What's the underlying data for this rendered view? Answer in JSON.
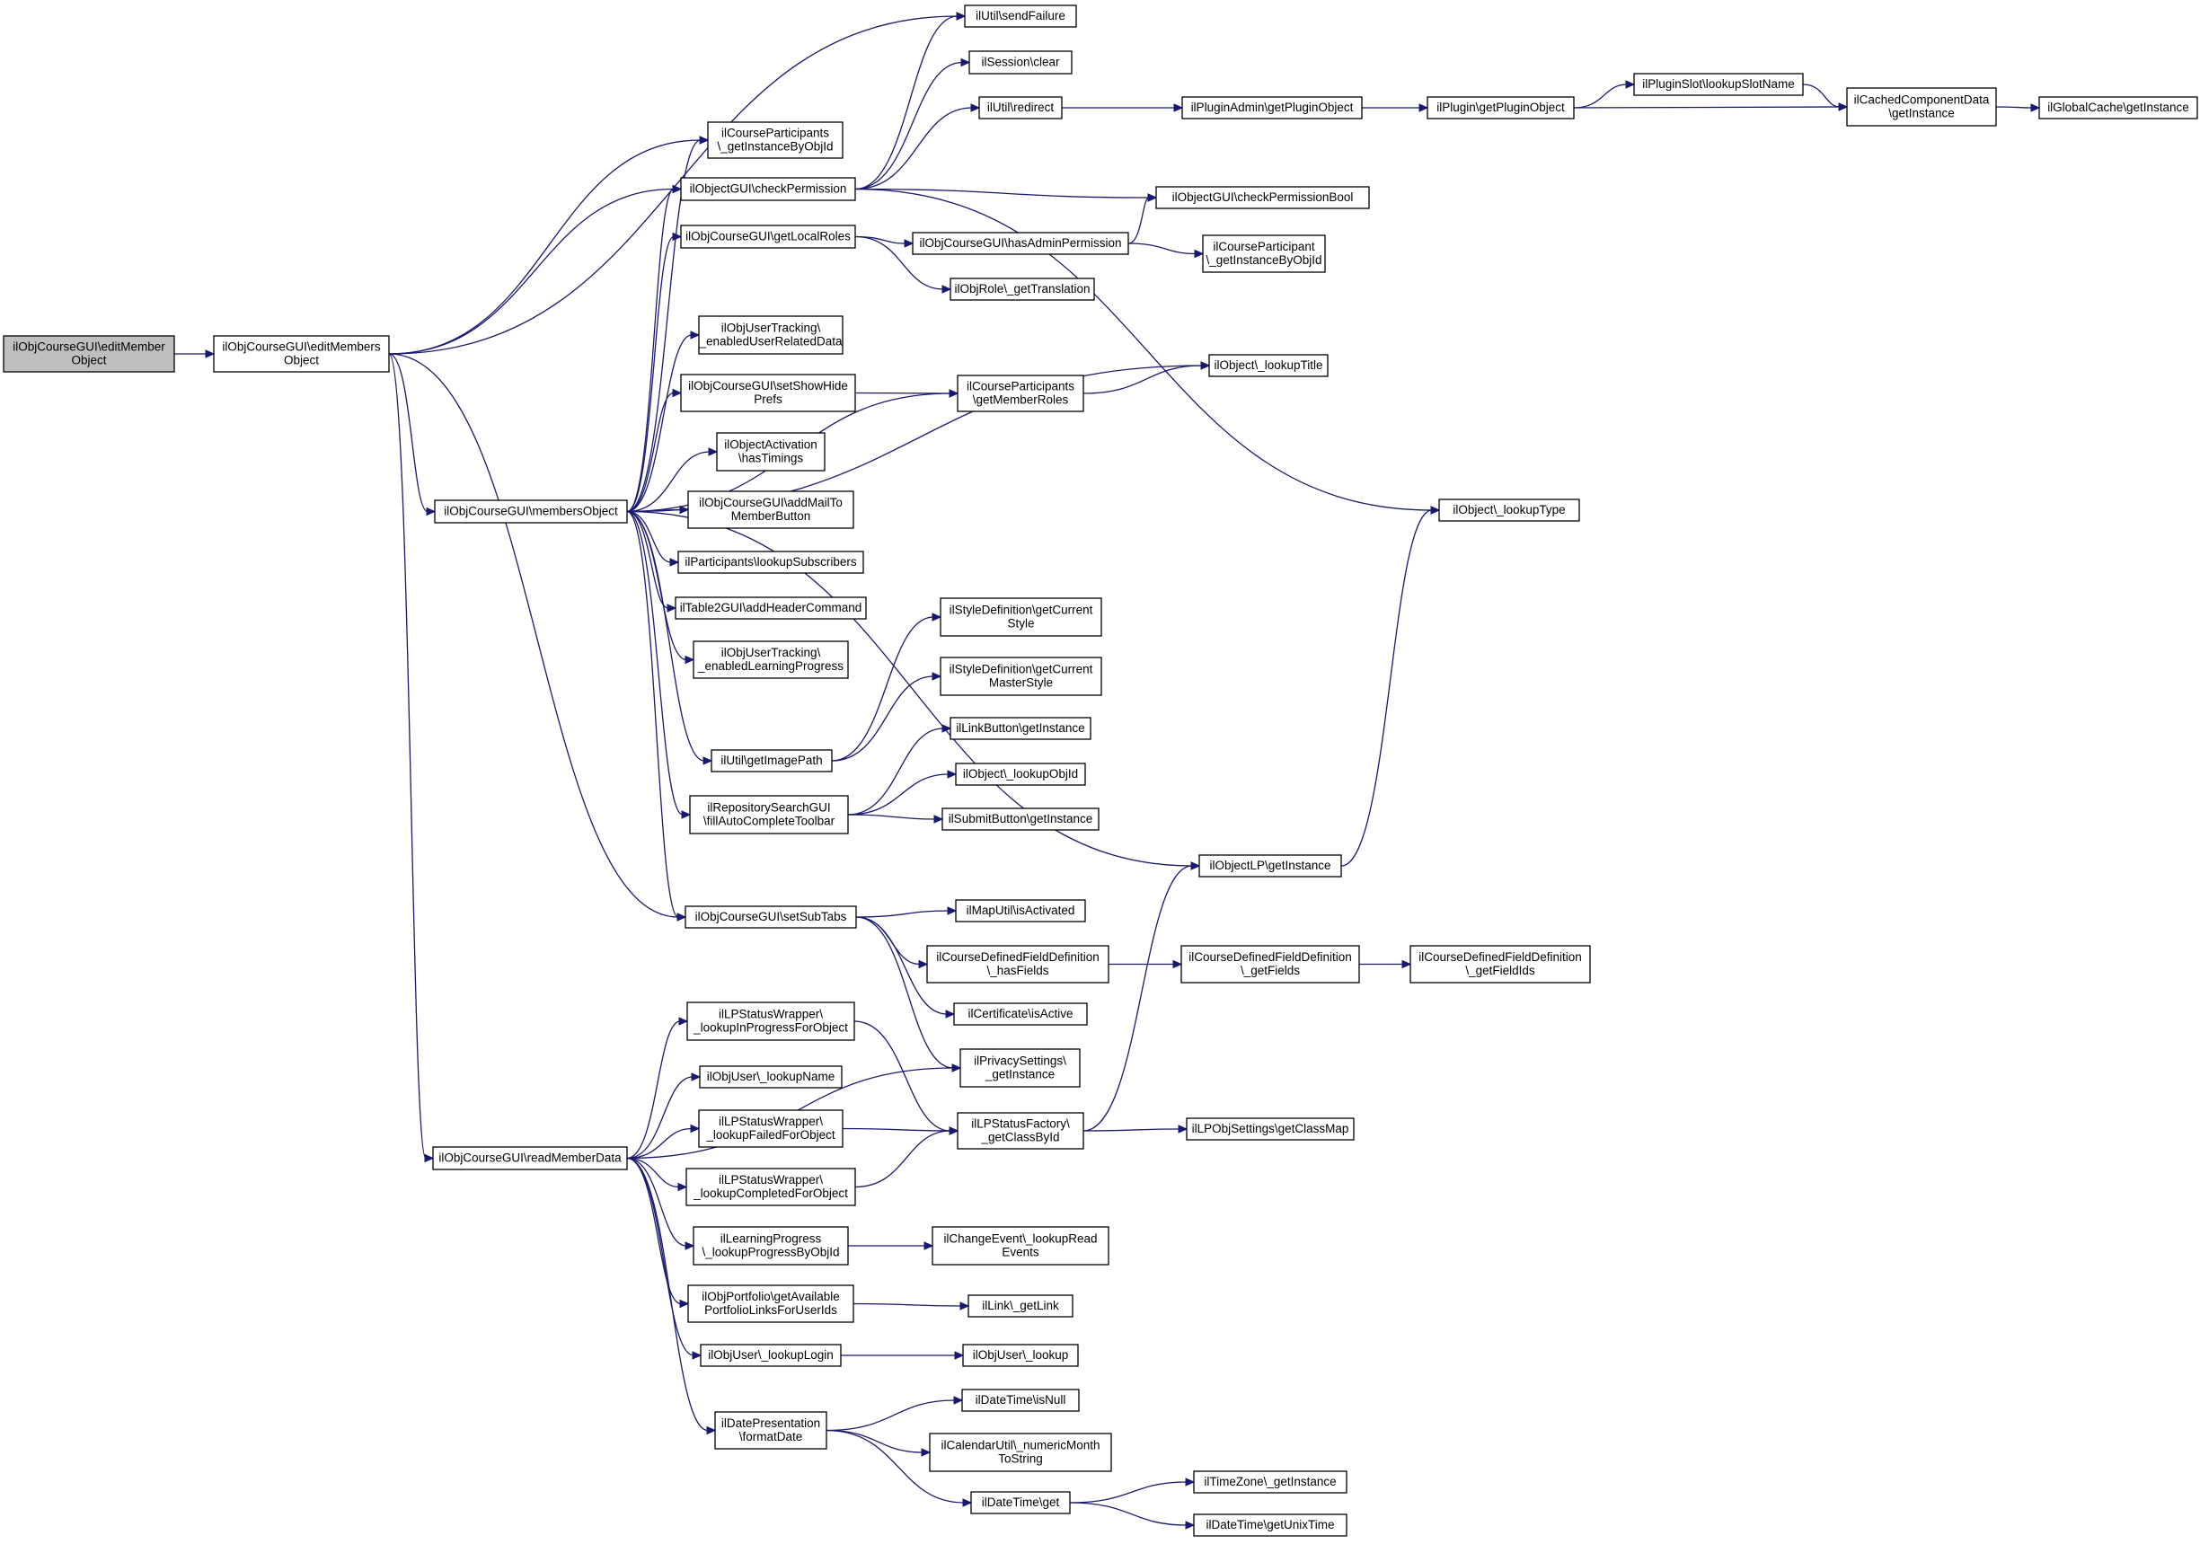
{
  "diagram": {
    "kind": "call-graph",
    "colors": {
      "edge": "#191970",
      "node_border": "#000000",
      "root_fill": "#bfbfbf",
      "node_fill": "#ffffff"
    },
    "nodes": [
      {
        "id": "n0",
        "lines": [
          "ilObjCourseGUI\\editMember",
          "Object"
        ],
        "root": true
      },
      {
        "id": "n1",
        "lines": [
          "ilObjCourseGUI\\editMembers",
          "Object"
        ]
      },
      {
        "id": "n2",
        "lines": [
          "ilObjCourseGUI\\membersObject"
        ]
      },
      {
        "id": "n3",
        "lines": [
          "ilObjCourseGUI\\readMemberData"
        ]
      },
      {
        "id": "n4",
        "lines": [
          "ilUtil\\sendFailure"
        ]
      },
      {
        "id": "n5",
        "lines": [
          "ilSession\\clear"
        ]
      },
      {
        "id": "n6",
        "lines": [
          "ilUtil\\redirect"
        ]
      },
      {
        "id": "n7",
        "lines": [
          "ilCourseParticipants",
          "\\_getInstanceByObjId"
        ]
      },
      {
        "id": "n8",
        "lines": [
          "ilObjectGUI\\checkPermission"
        ]
      },
      {
        "id": "n9",
        "lines": [
          "ilObjCourseGUI\\getLocalRoles"
        ]
      },
      {
        "id": "n10",
        "lines": [
          "ilObjUserTracking\\",
          "_enabledUserRelatedData"
        ]
      },
      {
        "id": "n11",
        "lines": [
          "ilObjCourseGUI\\setShowHide",
          "Prefs"
        ]
      },
      {
        "id": "n12",
        "lines": [
          "ilObjectActivation",
          "\\hasTimings"
        ]
      },
      {
        "id": "n13",
        "lines": [
          "ilObjCourseGUI\\addMailTo",
          "MemberButton"
        ]
      },
      {
        "id": "n14",
        "lines": [
          "ilParticipants\\lookupSubscribers"
        ]
      },
      {
        "id": "n15",
        "lines": [
          "ilTable2GUI\\addHeaderCommand"
        ]
      },
      {
        "id": "n16",
        "lines": [
          "ilObjUserTracking\\",
          "_enabledLearningProgress"
        ]
      },
      {
        "id": "n17",
        "lines": [
          "ilUtil\\getImagePath"
        ]
      },
      {
        "id": "n18",
        "lines": [
          "ilRepositorySearchGUI",
          "\\fillAutoCompleteToolbar"
        ]
      },
      {
        "id": "n19",
        "lines": [
          "ilObjCourseGUI\\setSubTabs"
        ]
      },
      {
        "id": "n20",
        "lines": [
          "ilLPStatusWrapper\\",
          "_lookupInProgressForObject"
        ]
      },
      {
        "id": "n21",
        "lines": [
          "ilObjUser\\_lookupName"
        ]
      },
      {
        "id": "n22",
        "lines": [
          "ilLPStatusWrapper\\",
          "_lookupFailedForObject"
        ]
      },
      {
        "id": "n23",
        "lines": [
          "ilLPStatusWrapper\\",
          "_lookupCompletedForObject"
        ]
      },
      {
        "id": "n24",
        "lines": [
          "ilLearningProgress",
          "\\_lookupProgressByObjId"
        ]
      },
      {
        "id": "n25",
        "lines": [
          "ilObjPortfolio\\getAvailable",
          "PortfolioLinksForUserIds"
        ]
      },
      {
        "id": "n26",
        "lines": [
          "ilObjUser\\_lookupLogin"
        ]
      },
      {
        "id": "n27",
        "lines": [
          "ilDatePresentation",
          "\\formatDate"
        ]
      },
      {
        "id": "n28",
        "lines": [
          "ilPluginAdmin\\getPluginObject"
        ]
      },
      {
        "id": "n29",
        "lines": [
          "ilPlugin\\getPluginObject"
        ]
      },
      {
        "id": "n30",
        "lines": [
          "ilPluginSlot\\lookupSlotName"
        ]
      },
      {
        "id": "n31",
        "lines": [
          "ilCachedComponentData",
          "\\getInstance"
        ]
      },
      {
        "id": "n32",
        "lines": [
          "ilGlobalCache\\getInstance"
        ]
      },
      {
        "id": "n33",
        "lines": [
          "ilObjectGUI\\checkPermissionBool"
        ]
      },
      {
        "id": "n34",
        "lines": [
          "ilObjCourseGUI\\hasAdminPermission"
        ]
      },
      {
        "id": "n35",
        "lines": [
          "ilCourseParticipant",
          "\\_getInstanceByObjId"
        ]
      },
      {
        "id": "n36",
        "lines": [
          "ilObjRole\\_getTranslation"
        ]
      },
      {
        "id": "n37",
        "lines": [
          "ilCourseParticipants",
          "\\getMemberRoles"
        ]
      },
      {
        "id": "n38",
        "lines": [
          "ilObject\\_lookupTitle"
        ]
      },
      {
        "id": "n39",
        "lines": [
          "ilObject\\_lookupType"
        ]
      },
      {
        "id": "n40",
        "lines": [
          "ilStyleDefinition\\getCurrent",
          "Style"
        ]
      },
      {
        "id": "n41",
        "lines": [
          "ilStyleDefinition\\getCurrent",
          "MasterStyle"
        ]
      },
      {
        "id": "n42",
        "lines": [
          "ilLinkButton\\getInstance"
        ]
      },
      {
        "id": "n43",
        "lines": [
          "ilObject\\_lookupObjId"
        ]
      },
      {
        "id": "n44",
        "lines": [
          "ilSubmitButton\\getInstance"
        ]
      },
      {
        "id": "n45",
        "lines": [
          "ilObjectLP\\getInstance"
        ]
      },
      {
        "id": "n46",
        "lines": [
          "ilMapUtil\\isActivated"
        ]
      },
      {
        "id": "n47",
        "lines": [
          "ilCourseDefinedFieldDefinition",
          "\\_hasFields"
        ]
      },
      {
        "id": "n48",
        "lines": [
          "ilCourseDefinedFieldDefinition",
          "\\_getFields"
        ]
      },
      {
        "id": "n49",
        "lines": [
          "ilCourseDefinedFieldDefinition",
          "\\_getFieldIds"
        ]
      },
      {
        "id": "n50",
        "lines": [
          "ilCertificate\\isActive"
        ]
      },
      {
        "id": "n51",
        "lines": [
          "ilPrivacySettings\\",
          "_getInstance"
        ]
      },
      {
        "id": "n52",
        "lines": [
          "ilLPStatusFactory\\",
          "_getClassById"
        ]
      },
      {
        "id": "n53",
        "lines": [
          "ilLPObjSettings\\getClassMap"
        ]
      },
      {
        "id": "n54",
        "lines": [
          "ilChangeEvent\\_lookupRead",
          "Events"
        ]
      },
      {
        "id": "n55",
        "lines": [
          "ilLink\\_getLink"
        ]
      },
      {
        "id": "n56",
        "lines": [
          "ilObjUser\\_lookup"
        ]
      },
      {
        "id": "n57",
        "lines": [
          "ilDateTime\\isNull"
        ]
      },
      {
        "id": "n58",
        "lines": [
          "ilCalendarUtil\\_numericMonth",
          "ToString"
        ]
      },
      {
        "id": "n59",
        "lines": [
          "ilDateTime\\get"
        ]
      },
      {
        "id": "n60",
        "lines": [
          "ilTimeZone\\_getInstance"
        ]
      },
      {
        "id": "n61",
        "lines": [
          "ilDateTime\\getUnixTime"
        ]
      }
    ],
    "edges": [
      [
        "n0",
        "n1"
      ],
      [
        "n1",
        "n4"
      ],
      [
        "n1",
        "n7"
      ],
      [
        "n1",
        "n8"
      ],
      [
        "n1",
        "n2"
      ],
      [
        "n1",
        "n19"
      ],
      [
        "n1",
        "n3"
      ],
      [
        "n8",
        "n4"
      ],
      [
        "n8",
        "n5"
      ],
      [
        "n8",
        "n6"
      ],
      [
        "n8",
        "n33"
      ],
      [
        "n8",
        "n39"
      ],
      [
        "n6",
        "n28"
      ],
      [
        "n28",
        "n29"
      ],
      [
        "n29",
        "n30"
      ],
      [
        "n29",
        "n31"
      ],
      [
        "n30",
        "n31"
      ],
      [
        "n31",
        "n32"
      ],
      [
        "n9",
        "n34"
      ],
      [
        "n9",
        "n36"
      ],
      [
        "n34",
        "n33"
      ],
      [
        "n34",
        "n35"
      ],
      [
        "n11",
        "n37"
      ],
      [
        "n37",
        "n38"
      ],
      [
        "n2",
        "n8"
      ],
      [
        "n2",
        "n7"
      ],
      [
        "n2",
        "n9"
      ],
      [
        "n2",
        "n10"
      ],
      [
        "n2",
        "n11"
      ],
      [
        "n2",
        "n12"
      ],
      [
        "n2",
        "n13"
      ],
      [
        "n2",
        "n14"
      ],
      [
        "n2",
        "n15"
      ],
      [
        "n2",
        "n16"
      ],
      [
        "n2",
        "n17"
      ],
      [
        "n2",
        "n18"
      ],
      [
        "n2",
        "n19"
      ],
      [
        "n2",
        "n37"
      ],
      [
        "n2",
        "n38"
      ],
      [
        "n2",
        "n45"
      ],
      [
        "n17",
        "n40"
      ],
      [
        "n17",
        "n41"
      ],
      [
        "n18",
        "n42"
      ],
      [
        "n18",
        "n43"
      ],
      [
        "n18",
        "n44"
      ],
      [
        "n45",
        "n39"
      ],
      [
        "n19",
        "n46"
      ],
      [
        "n19",
        "n47"
      ],
      [
        "n19",
        "n50"
      ],
      [
        "n19",
        "n51"
      ],
      [
        "n47",
        "n48"
      ],
      [
        "n48",
        "n49"
      ],
      [
        "n3",
        "n51"
      ],
      [
        "n3",
        "n20"
      ],
      [
        "n3",
        "n21"
      ],
      [
        "n3",
        "n22"
      ],
      [
        "n3",
        "n23"
      ],
      [
        "n3",
        "n24"
      ],
      [
        "n3",
        "n25"
      ],
      [
        "n3",
        "n26"
      ],
      [
        "n3",
        "n27"
      ],
      [
        "n20",
        "n52"
      ],
      [
        "n22",
        "n52"
      ],
      [
        "n23",
        "n52"
      ],
      [
        "n52",
        "n45"
      ],
      [
        "n52",
        "n53"
      ],
      [
        "n24",
        "n54"
      ],
      [
        "n25",
        "n55"
      ],
      [
        "n26",
        "n56"
      ],
      [
        "n27",
        "n57"
      ],
      [
        "n27",
        "n58"
      ],
      [
        "n27",
        "n59"
      ],
      [
        "n59",
        "n60"
      ],
      [
        "n59",
        "n61"
      ]
    ]
  }
}
